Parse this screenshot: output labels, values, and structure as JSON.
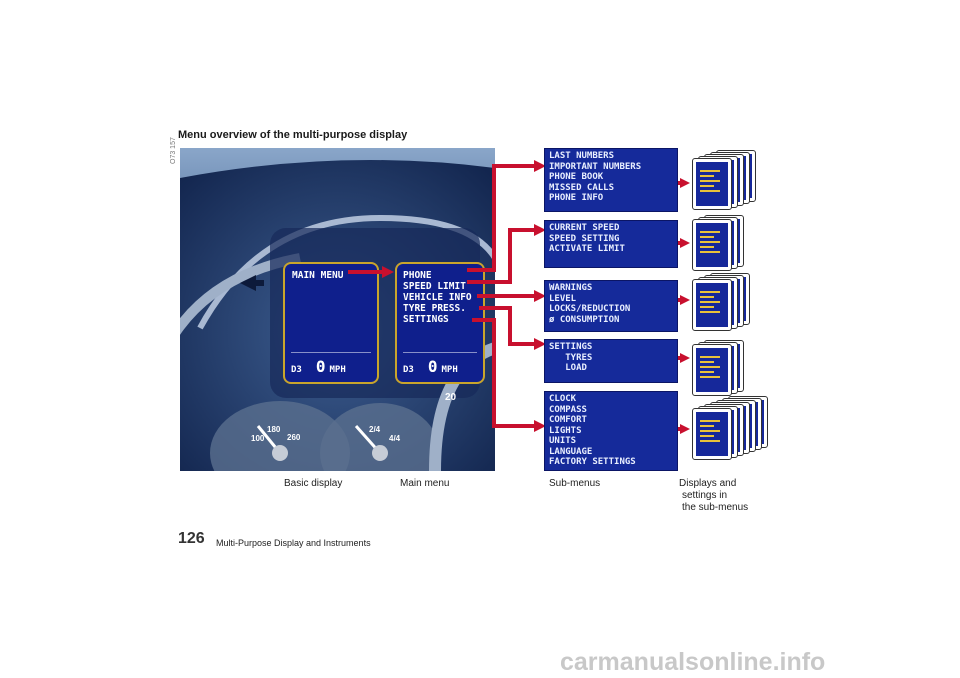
{
  "title": "Menu overview of the multi-purpose display",
  "figure_id": "O73 157",
  "basic_display": {
    "menu_label": "MAIN MENU",
    "gear": "D3",
    "speed": "0",
    "unit": "MPH"
  },
  "main_menu": {
    "items": [
      "PHONE",
      "SPEED LIMIT",
      "VEHICLE INFO",
      "TYRE PRESS.",
      "SETTINGS"
    ],
    "gear": "D3",
    "speed": "0",
    "unit": "MPH"
  },
  "submenus": [
    {
      "rows": [
        "LAST NUMBERS",
        "IMPORTANT NUMBERS",
        "PHONE BOOK",
        "MISSED CALLS",
        "PHONE INFO"
      ]
    },
    {
      "rows": [
        "CURRENT SPEED",
        "SPEED SETTING",
        "ACTIVATE LIMIT"
      ]
    },
    {
      "rows": [
        "WARNINGS",
        "LEVEL",
        "LOCKS/REDUCTION",
        "ø CONSUMPTION"
      ]
    },
    {
      "rows": [
        "SETTINGS",
        "   TYRES",
        "   LOAD"
      ]
    },
    {
      "rows": [
        "CLOCK",
        "COMPASS",
        "COMFORT",
        "LIGHTS",
        "UNITS",
        "LANGUAGE",
        "FACTORY SETTINGS"
      ]
    }
  ],
  "gauge_labels": [
    "180",
    "260",
    "100",
    "2/4",
    "4/4",
    "20"
  ],
  "captions": {
    "basic": "Basic display",
    "main": "Main menu",
    "sub": "Sub-menus",
    "displays": "Displays and",
    "displays2": "settings in",
    "displays3": "the sub-menus"
  },
  "page_number": "126",
  "section_title": "Multi-Purpose Display and Instruments",
  "watermark": "carmanualsonline.info",
  "colors": {
    "lcd_blue": "#0f1f8c",
    "arrow_red": "#c8102e",
    "frame_gold": "#c9a52c"
  }
}
